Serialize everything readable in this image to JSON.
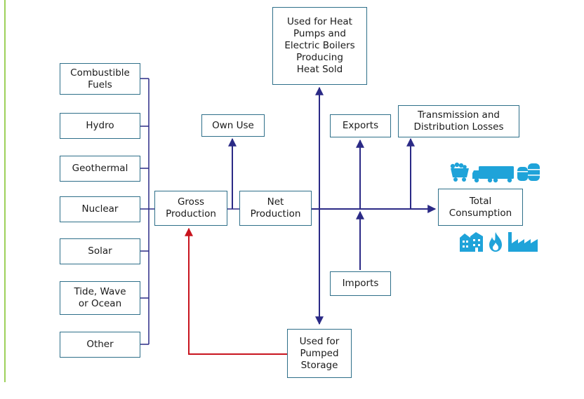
{
  "sources": [
    {
      "id": "combustible",
      "label": "Combustible\nFuels"
    },
    {
      "id": "hydro",
      "label": "Hydro"
    },
    {
      "id": "geothermal",
      "label": "Geothermal"
    },
    {
      "id": "nuclear",
      "label": "Nuclear"
    },
    {
      "id": "solar",
      "label": "Solar"
    },
    {
      "id": "tide",
      "label": "Tide, Wave\nor Ocean"
    },
    {
      "id": "other",
      "label": "Other"
    }
  ],
  "nodes": {
    "gross_production": "Gross\nProduction",
    "net_production": "Net\nProduction",
    "own_use": "Own Use",
    "heat_pumps": "Used for Heat\nPumps and\nElectric Boilers\nProducing\nHeat Sold",
    "exports": "Exports",
    "transmission_losses": "Transmission and\nDistribution Losses",
    "total_consumption": "Total\nConsumption",
    "imports": "Imports",
    "pumped_storage": "Used for\nPumped\nStorage"
  },
  "colors": {
    "box_border": "#2e6f89",
    "flow_line": "#2b2a86",
    "return_line": "#c8141e",
    "icon": "#1fa3d9",
    "left_rule": "#9dd15a"
  },
  "icons": {
    "top": [
      "coal-cart-icon",
      "truck-icon",
      "fuel-tanks-icon"
    ],
    "bottom": [
      "buildings-icon",
      "flame-icon",
      "factory-icon"
    ]
  }
}
